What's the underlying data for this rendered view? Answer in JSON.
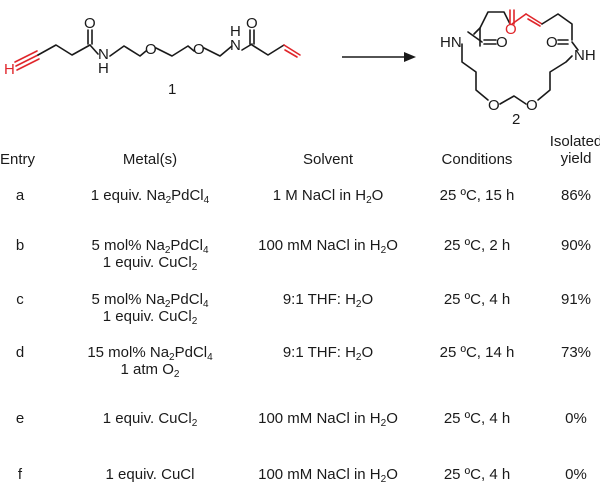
{
  "scheme": {
    "compound_1_label": "1",
    "compound_2_label": "2",
    "atoms": {
      "h": "H",
      "o": "O",
      "n": "N",
      "nh": "NH",
      "hn": "HN"
    },
    "colors": {
      "highlight": "#e0262b",
      "bond": "#1a1a1a"
    }
  },
  "table": {
    "headers": {
      "entry": "Entry",
      "metal": "Metal(s)",
      "solvent": "Solvent",
      "conditions": "Conditions",
      "yield_line1": "Isolated",
      "yield_line2": "yield"
    },
    "rows": [
      {
        "entry": "a",
        "metal1": [
          "1 equiv. Na",
          "2",
          "PdCl",
          "4",
          ""
        ],
        "metal2": null,
        "solvent": [
          "1 M NaCl in H",
          "2",
          "O"
        ],
        "conditions": "25 ºC, 15 h",
        "yield": "86%"
      },
      {
        "entry": "b",
        "metal1": [
          "5 mol% Na",
          "2",
          "PdCl",
          "4",
          ""
        ],
        "metal2": [
          "1 equiv. CuCl",
          "2",
          ""
        ],
        "solvent": [
          "100 mM NaCl in H",
          "2",
          "O"
        ],
        "conditions": "25 ºC, 2 h",
        "yield": "90%"
      },
      {
        "entry": "c",
        "metal1": [
          "5 mol% Na",
          "2",
          "PdCl",
          "4",
          ""
        ],
        "metal2": [
          "1 equiv. CuCl",
          "2",
          ""
        ],
        "solvent": [
          "9:1 THF: H",
          "2",
          "O"
        ],
        "conditions": "25 ºC, 4 h",
        "yield": "91%"
      },
      {
        "entry": "d",
        "metal1": [
          "15 mol% Na",
          "2",
          "PdCl",
          "4",
          ""
        ],
        "metal2": [
          "1 atm O",
          "2",
          ""
        ],
        "solvent": [
          "9:1 THF: H",
          "2",
          "O"
        ],
        "conditions": "25 ºC, 14 h",
        "yield": "73%"
      },
      {
        "entry": "e",
        "metal1": [
          "1 equiv. CuCl",
          "2",
          ""
        ],
        "metal2": null,
        "solvent": [
          "100 mM NaCl in H",
          "2",
          "O"
        ],
        "conditions": "25 ºC, 4 h",
        "yield": "0%"
      },
      {
        "entry": "f",
        "metal1": [
          "1 equiv. CuCl",
          "",
          ""
        ],
        "metal2": null,
        "solvent": [
          "100 mM NaCl in H",
          "2",
          "O"
        ],
        "conditions": "25 ºC, 4 h",
        "yield": "0%"
      }
    ]
  }
}
